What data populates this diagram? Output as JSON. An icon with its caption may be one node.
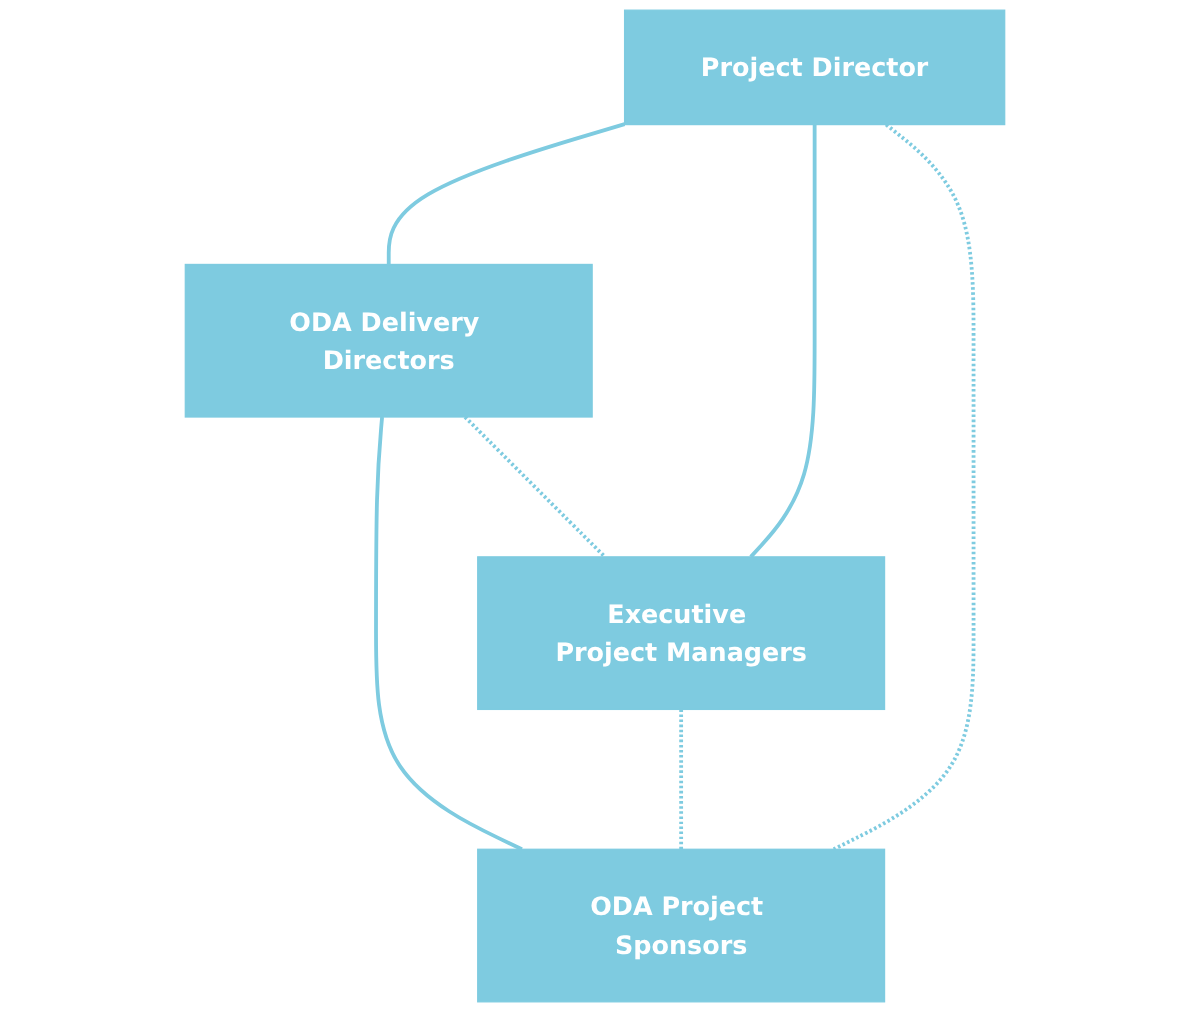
{
  "diagram": {
    "nodes": [
      {
        "text": [
          "Project Director"
        ]
      },
      {
        "text": [
          "ODA Delivery Directors"
        ]
      },
      {
        "text": [
          "Executive Project Managers"
        ]
      },
      {
        "text": [
          "ODA Project Sponsors"
        ]
      }
    ],
    "edges": [
      {
        "from": 0,
        "to": 1,
        "arrow": "none"
      },
      {
        "from": 0,
        "to": 2,
        "arrow": "none"
      },
      {
        "from": 1,
        "to": 3,
        "arrow": "none"
      },
      {
        "from": 0,
        "to": 3,
        "arrow": "none",
        "style": "dashed"
      },
      {
        "from": 1,
        "to": 2,
        "arrow": "none",
        "style": "dashed"
      },
      {
        "from": 2,
        "to": 3,
        "arrow": "none",
        "style": "dashed"
      }
    ]
  }
}
